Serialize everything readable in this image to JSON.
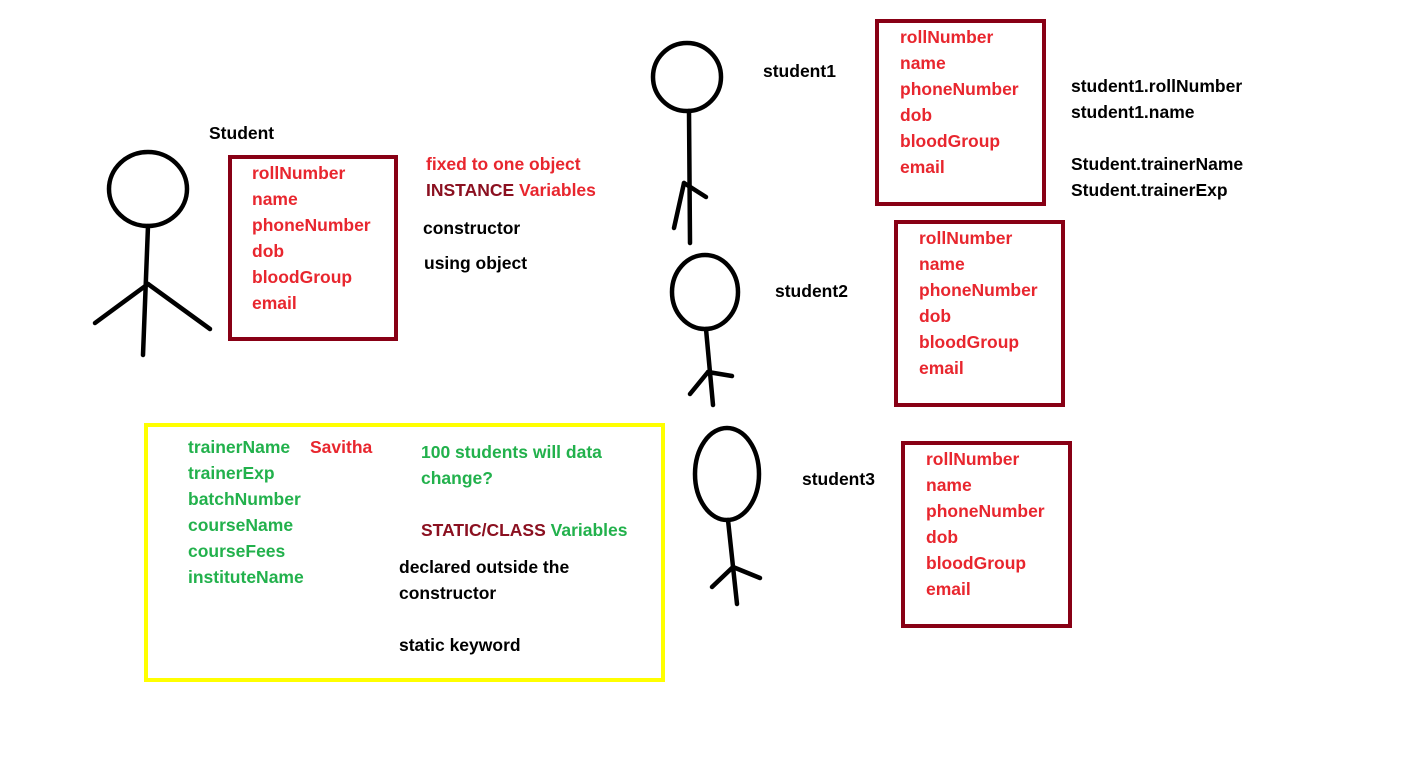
{
  "colors": {
    "box_border": "#880015",
    "static_box_border": "#ffff00",
    "field_text": "#e8262e",
    "static_field_text": "#22b14c",
    "label_text": "#000000",
    "keyword_text": "#8b1020"
  },
  "class_figure": {
    "label": "Student",
    "fields": [
      "rollNumber",
      "name",
      "phoneNumber",
      "dob",
      "bloodGroup",
      "email"
    ]
  },
  "instance_notes": {
    "line1": "fixed to one object",
    "keyword": "INSTANCE",
    "suffix": "Variables",
    "constructor": "constructor",
    "using_object": "using object"
  },
  "static_box": {
    "fields": [
      "trainerName",
      "trainerExp",
      "batchNumber",
      "courseName",
      "courseFees",
      "instituteName"
    ],
    "trainer_value": "Savitha",
    "question_line1": "100 students will data",
    "question_line2": "change?",
    "keyword": "STATIC/CLASS",
    "suffix": "Variables",
    "declared_line1": "declared outside the",
    "declared_line2": "constructor",
    "static_keyword": "static keyword"
  },
  "objects": [
    {
      "label": "student1",
      "fields": [
        "rollNumber",
        "name",
        "phoneNumber",
        "dob",
        "bloodGroup",
        "email"
      ]
    },
    {
      "label": "student2",
      "fields": [
        "rollNumber",
        "name",
        "phoneNumber",
        "dob",
        "bloodGroup",
        "email"
      ]
    },
    {
      "label": "student3",
      "fields": [
        "rollNumber",
        "name",
        "phoneNumber",
        "dob",
        "bloodGroup",
        "email"
      ]
    }
  ],
  "access_notes": {
    "instance": [
      "student1.rollNumber",
      "student1.name"
    ],
    "static": [
      "Student.trainerName",
      "Student.trainerExp"
    ]
  }
}
